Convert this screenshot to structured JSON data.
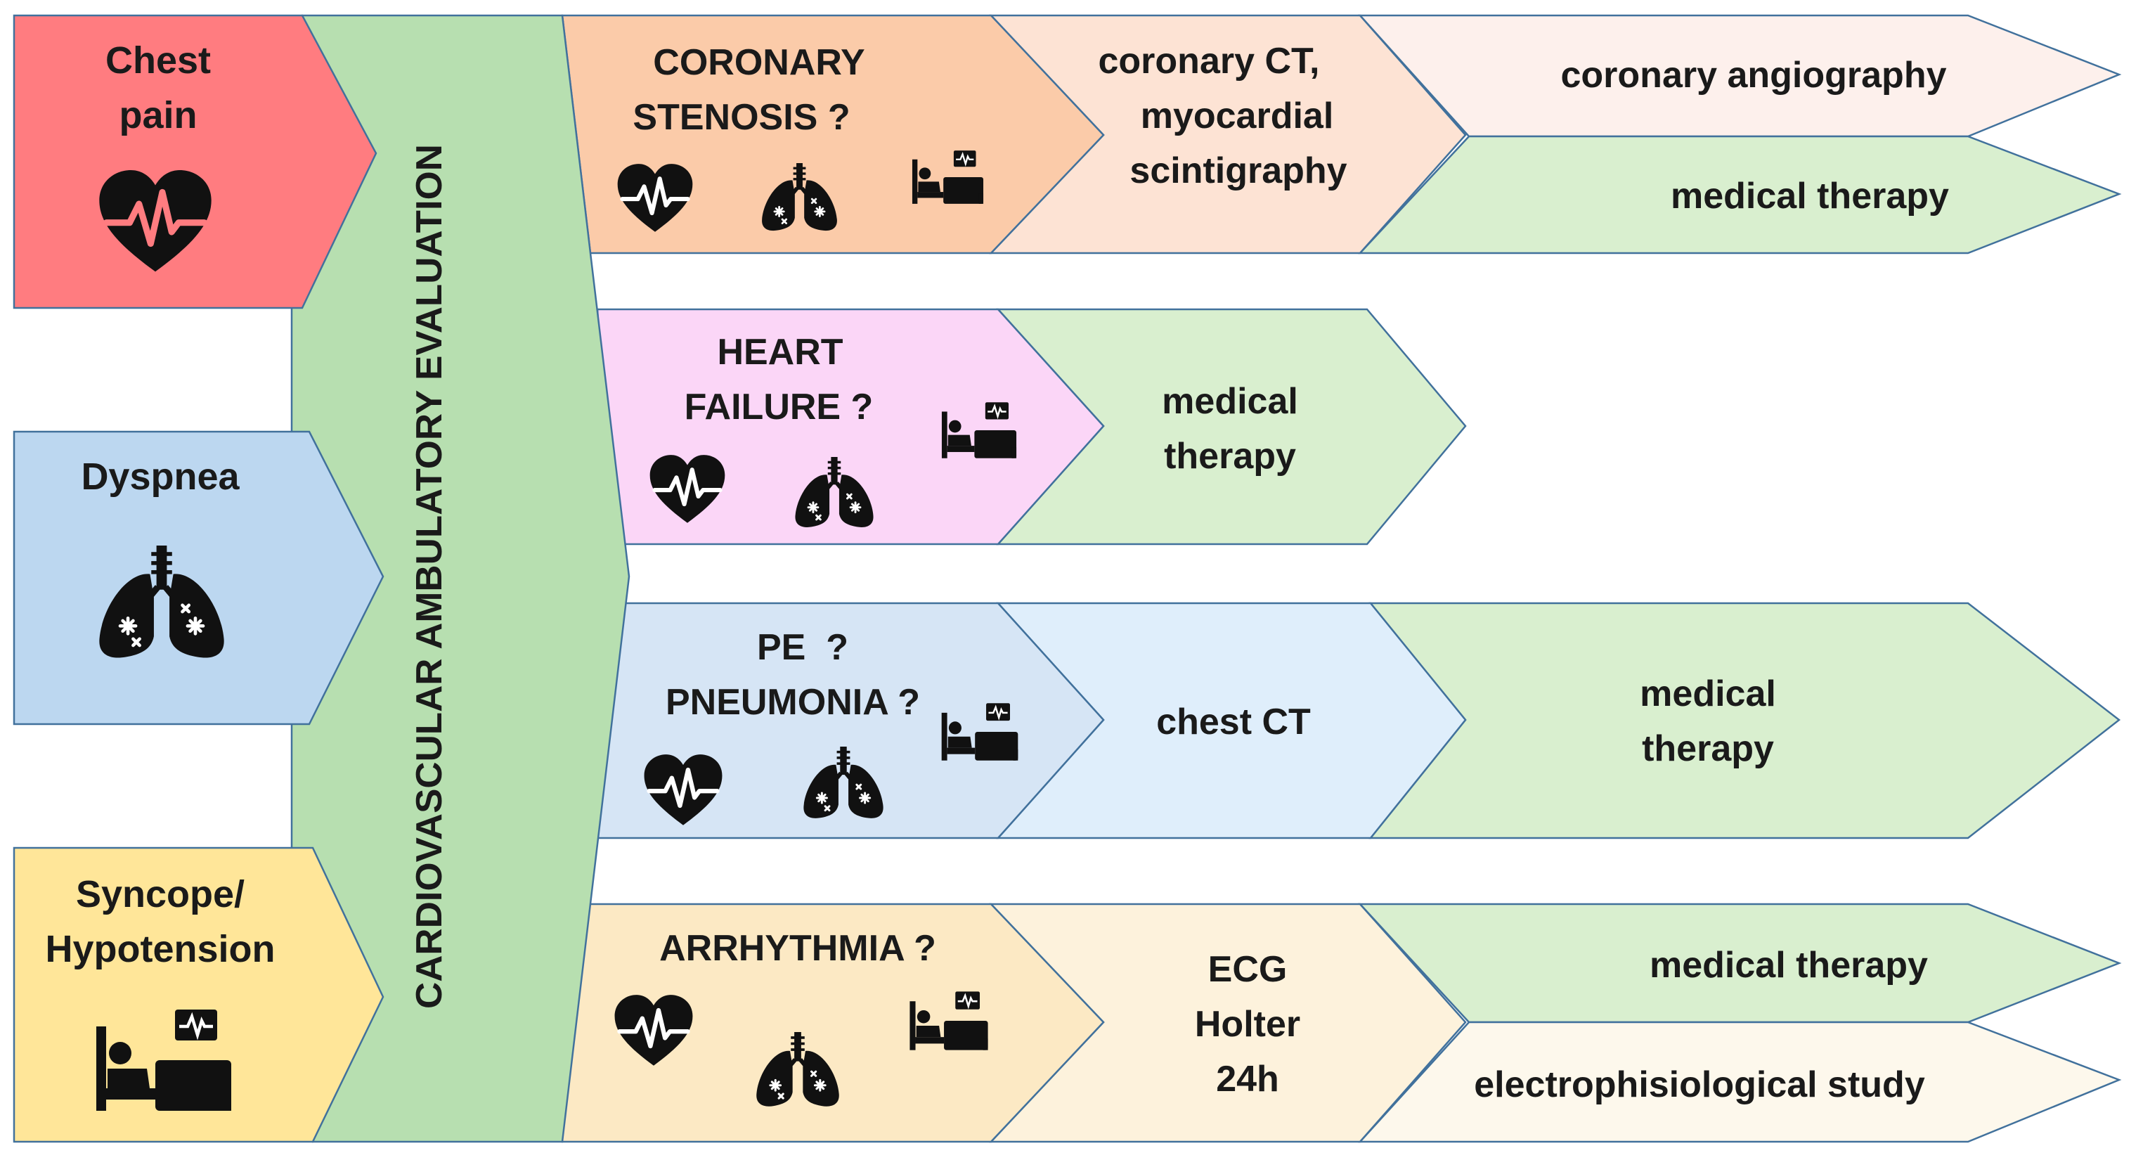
{
  "colors": {
    "chest": "#ff7c80",
    "dyspnea": "#bcd7f0",
    "syncope": "#ffe699",
    "evaluation": "#b7dfb0",
    "coronary_suspect": "#fbcba9",
    "coronary_exam": "#fde3d4",
    "coronary_angio": "#fdf0ec",
    "heart_failure_suspect": "#fbd6f7",
    "green_outcome": "#d9efcf",
    "pe_suspect": "#d6e5f5",
    "pe_exam": "#dfeefb",
    "arrhythmia_suspect": "#fce9c4",
    "arrhythmia_exam": "#fdf2dc",
    "ep_study": "#fdf8ec",
    "border": "#41719c",
    "icon": "#111111"
  },
  "symptoms": [
    {
      "lines": [
        "Chest",
        "pain"
      ],
      "icon": "heart-ecg"
    },
    {
      "lines": [
        "Dyspnea"
      ],
      "icon": "lungs"
    },
    {
      "lines": [
        "Syncope/",
        "Hypotension"
      ],
      "icon": "hospital-bed"
    }
  ],
  "evaluation_label": "CARDIOVASCULAR AMBULATORY EVALUATION",
  "pathways": [
    {
      "suspect": [
        "CORONARY",
        "STENOSIS ?"
      ],
      "exam": [
        "coronary CT,",
        "myocardial",
        "scintigraphy"
      ],
      "outcomes": [
        "coronary angiography",
        "medical therapy"
      ]
    },
    {
      "suspect": [
        "HEART",
        "FAILURE ?"
      ],
      "exam": [
        "medical",
        "therapy"
      ],
      "outcomes": []
    },
    {
      "suspect": [
        "PE  ?",
        "PNEUMONIA ?"
      ],
      "exam": [
        "chest CT"
      ],
      "outcomes": [
        "medical\ntherapy"
      ]
    },
    {
      "suspect": [
        "ARRHYTHMIA ?"
      ],
      "exam": [
        "ECG",
        "Holter",
        "24h"
      ],
      "outcomes": [
        "medical therapy",
        "electrophisiological study"
      ]
    }
  ],
  "suspect_icons": [
    "heart-ecg",
    "lungs",
    "hospital-bed"
  ]
}
